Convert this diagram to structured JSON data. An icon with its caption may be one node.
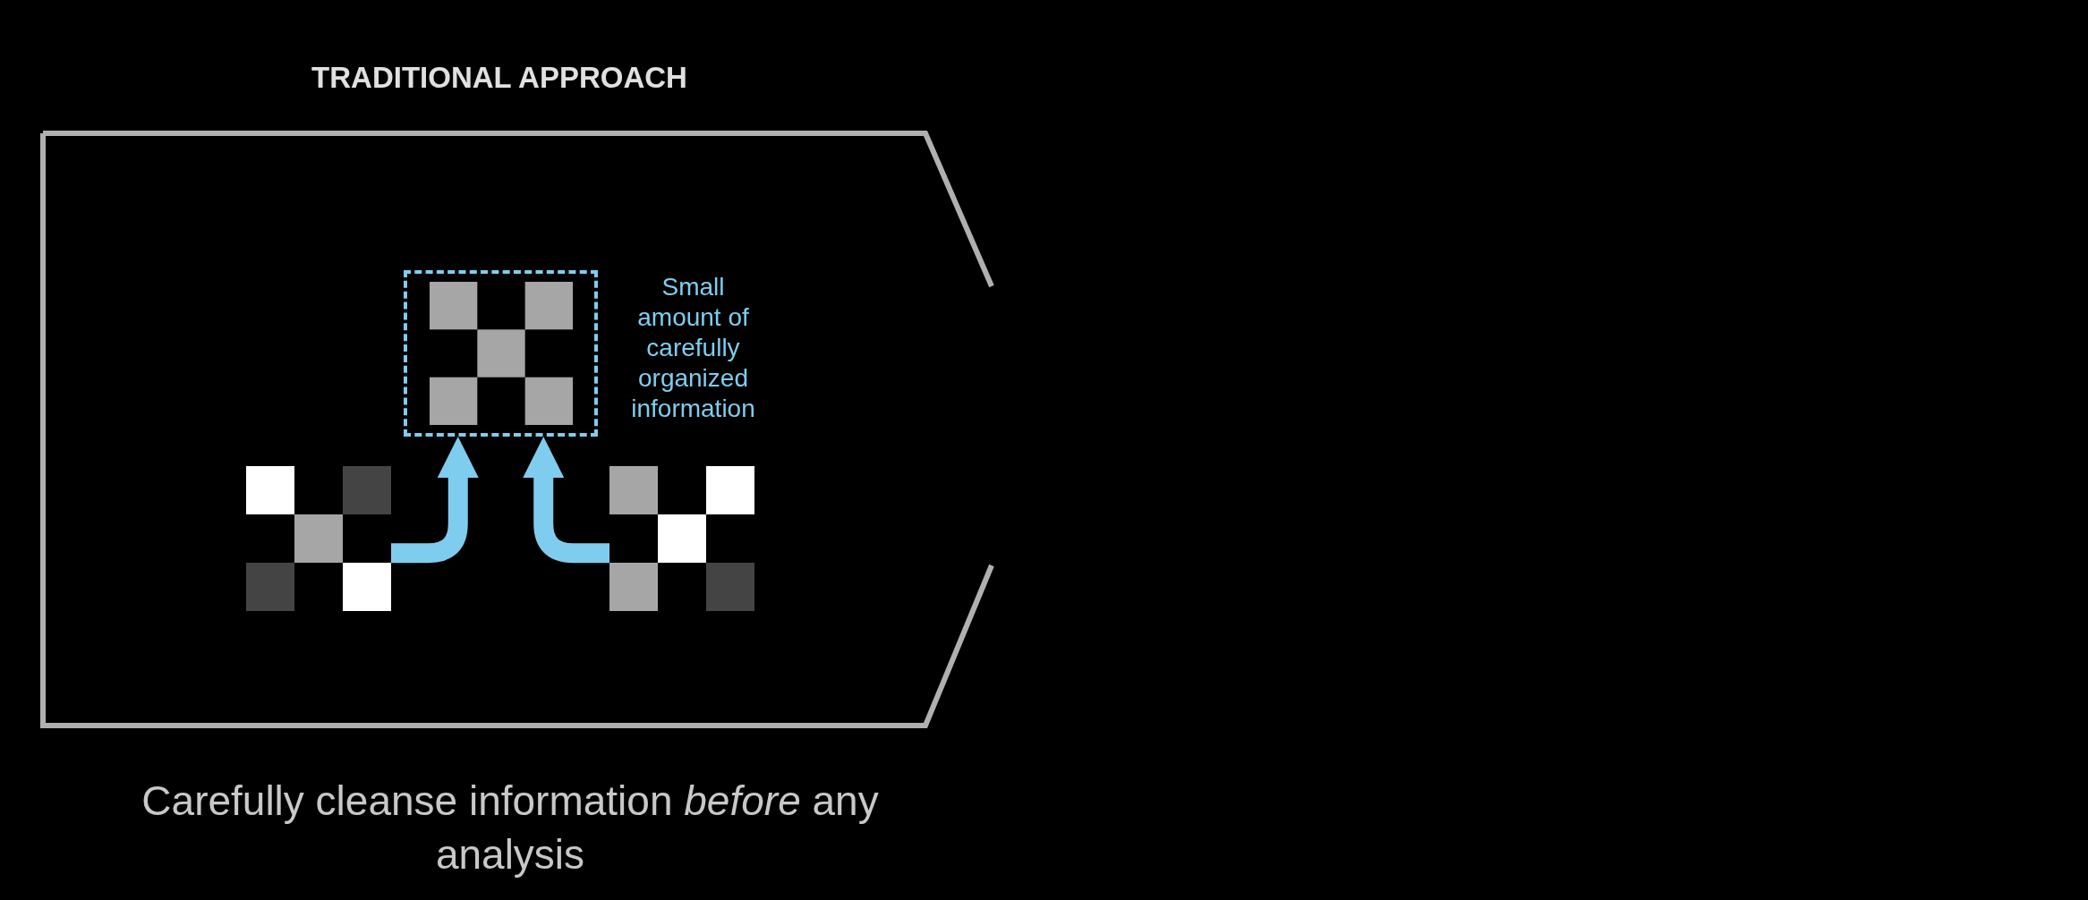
{
  "diagram": {
    "nodes": [
      {
        "text": [
          "TRADITIONAL APPROACH"
        ]
      },
      {
        "text": [],
        "shape": "box",
        "in": 0,
        "beside": [
          "Small amount of carefully organized information"
        ]
      },
      {
        "text": [],
        "shape": "picture",
        "in": 0
      },
      {
        "text": [],
        "shape": "picture",
        "in": 0
      }
    ],
    "edges": [
      {
        "from": 2,
        "to": 1,
        "arrow": "to"
      },
      {
        "from": 3,
        "to": 1,
        "arrow": "to"
      }
    ],
    "caption": "Carefully cleanse information *before* any analysis"
  }
}
